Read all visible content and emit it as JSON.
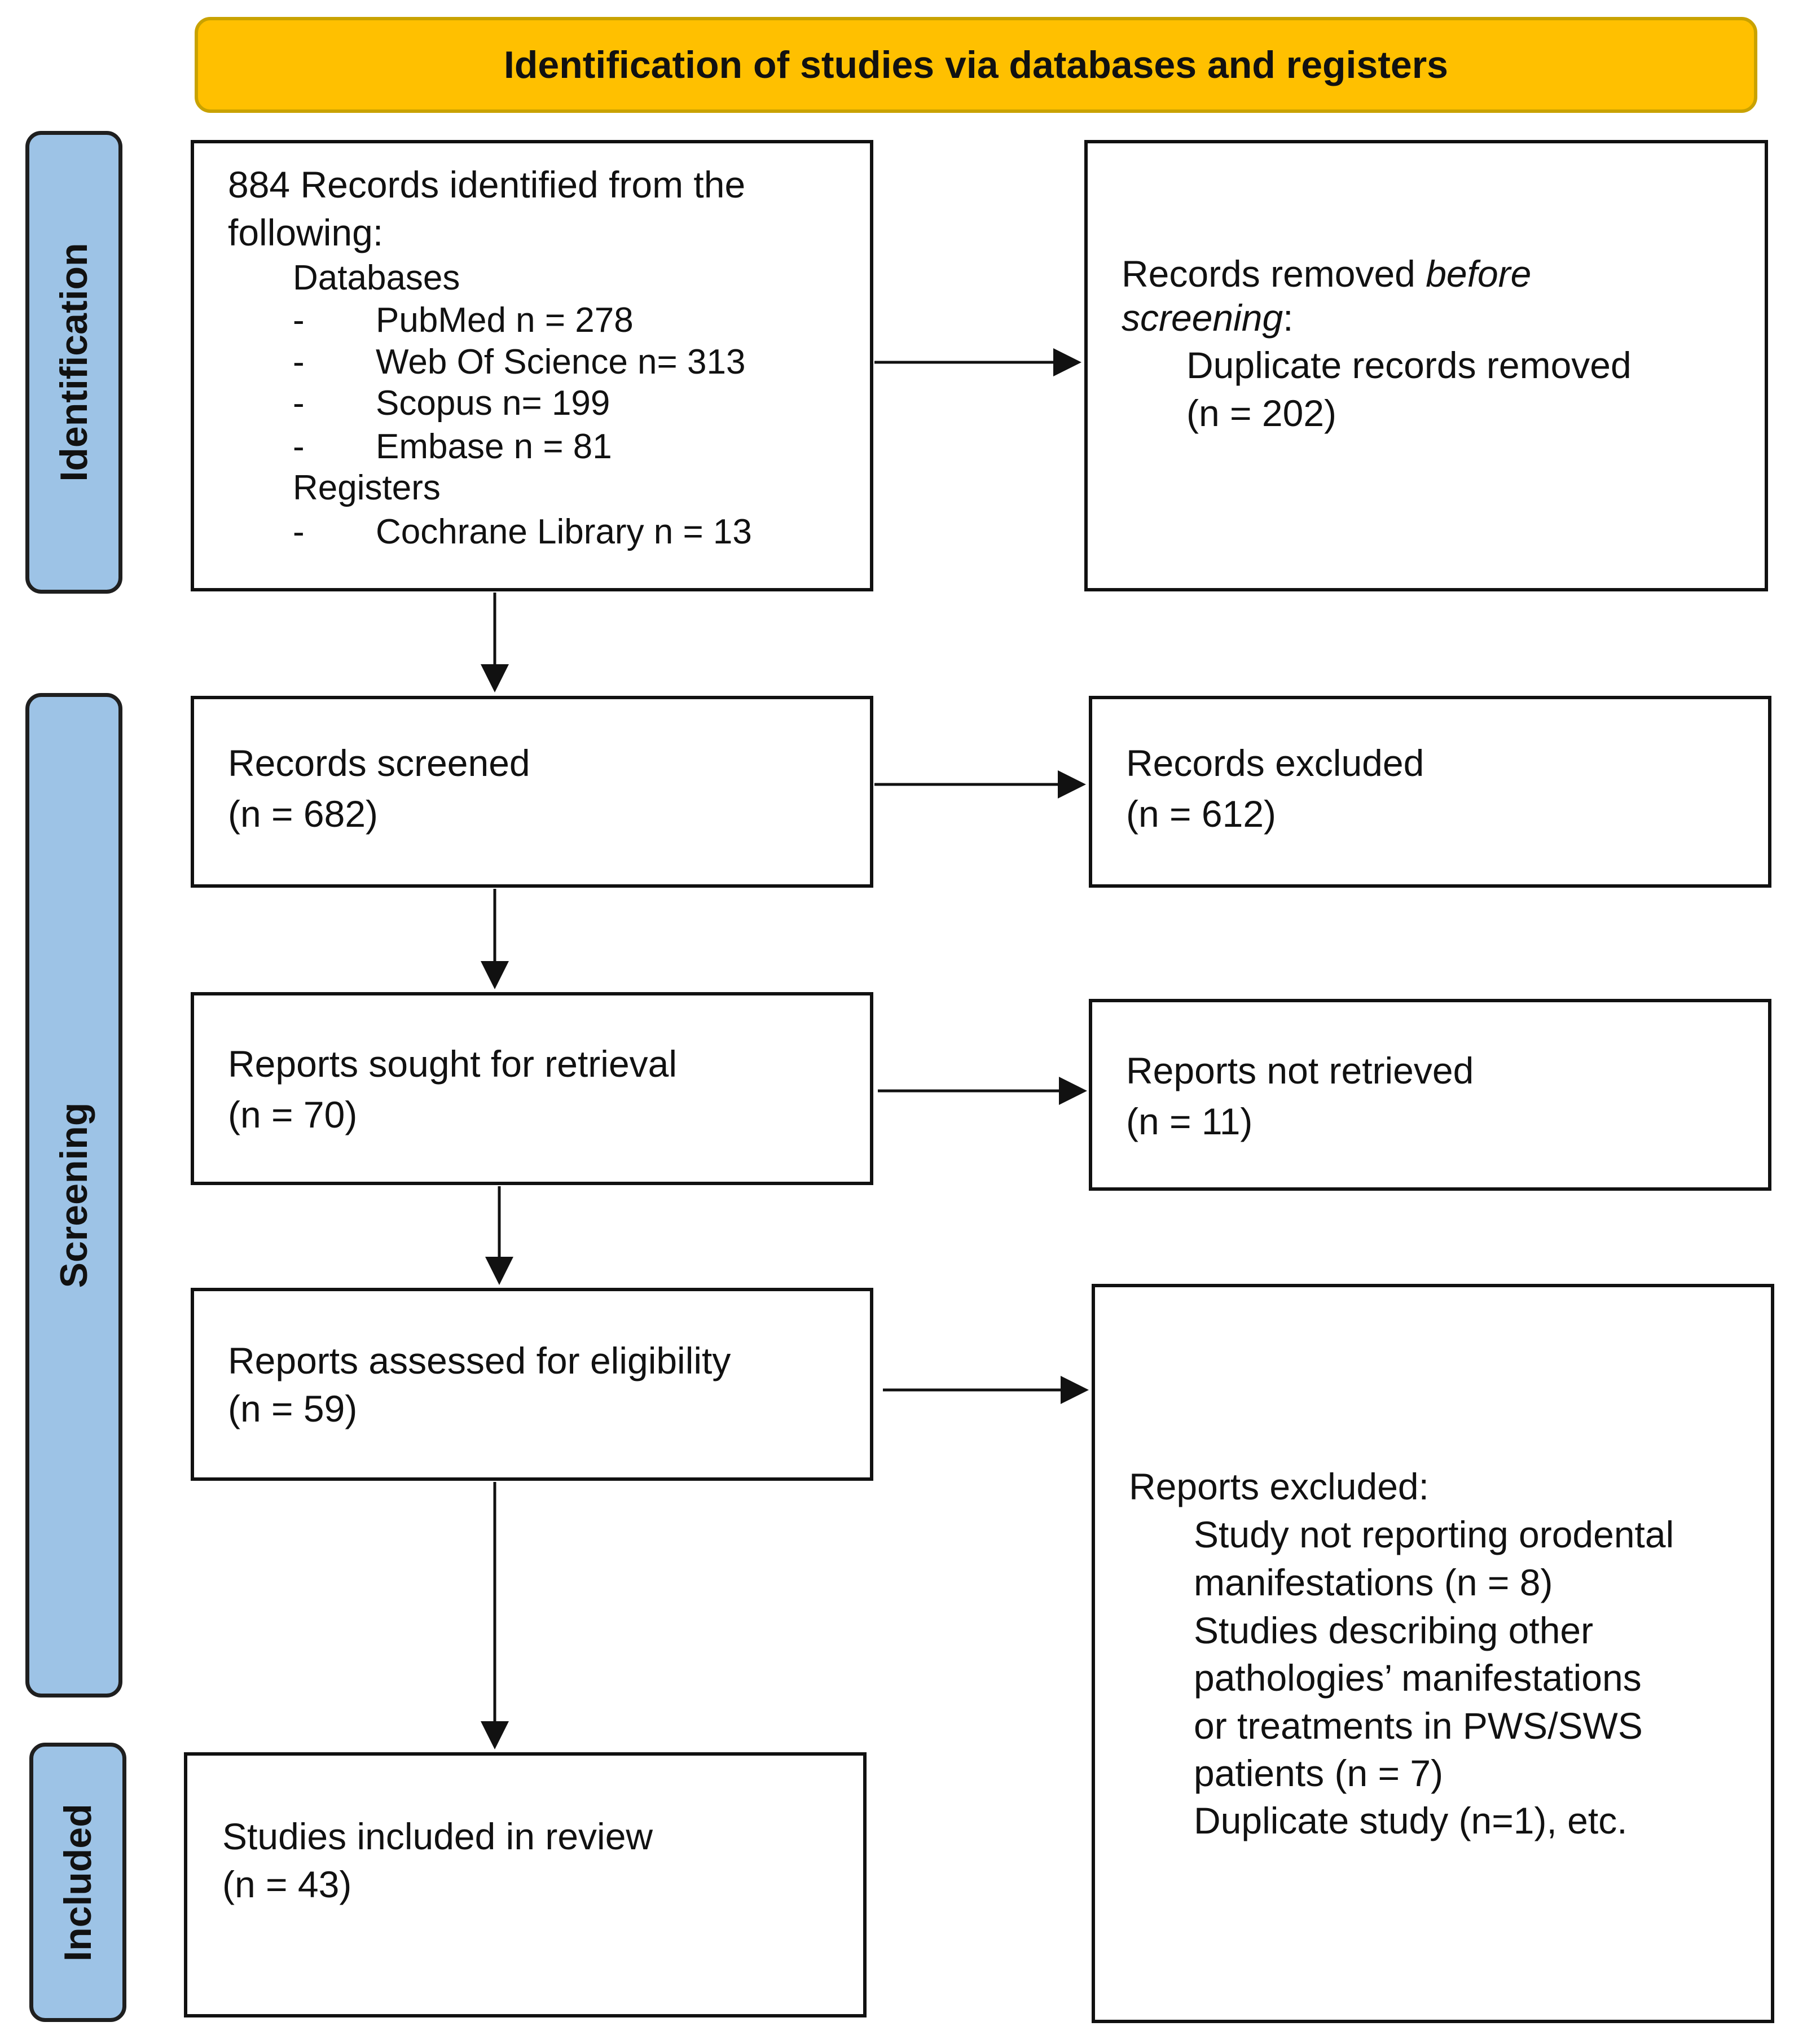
{
  "header": {
    "title": "Identification of studies via databases and registers"
  },
  "phases": {
    "identification": "Identification",
    "screening": "Screening",
    "included": "Included"
  },
  "identified": {
    "title_line1": "884 Records identified from the",
    "title_line2": "following:",
    "databases_heading": "Databases",
    "databases": [
      {
        "dash": "-",
        "text": "PubMed n = 278"
      },
      {
        "dash": "-",
        "text": "Web Of Science n= 313"
      },
      {
        "dash": "-",
        "text": "Scopus n= 199"
      },
      {
        "dash": "-",
        "text": "Embase n = 81"
      }
    ],
    "registers_heading": "Registers",
    "registers": [
      {
        "dash": "-",
        "text": "Cochrane Library n = 13"
      }
    ]
  },
  "removed_before_screening": {
    "text_pre": "Records removed ",
    "text_italic1": "before",
    "text_italic2": "screening",
    "text_post": ":",
    "line3": "Duplicate records removed",
    "line4": "(n = 202)"
  },
  "screened": {
    "label": "Records screened",
    "count": "(n = 682)"
  },
  "excluded": {
    "label": "Records excluded",
    "count": "(n = 612)"
  },
  "sought": {
    "label": "Reports sought for retrieval",
    "count": "(n = 70)"
  },
  "not_retrieved": {
    "label": "Reports not retrieved",
    "count": "(n = 11)"
  },
  "assessed": {
    "label": "Reports assessed for eligibility",
    "count": "(n = 59)"
  },
  "reports_excluded": {
    "heading": "Reports excluded:",
    "lines": [
      "Study not reporting orodental",
      "manifestations (n = 8)",
      "Studies describing other",
      "pathologies’ manifestations",
      "or treatments in PWS/SWS",
      "patients (n = 7)",
      "Duplicate study (n=1), etc."
    ]
  },
  "included_studies": {
    "label": "Studies included in review",
    "count": "(n = 43)"
  }
}
